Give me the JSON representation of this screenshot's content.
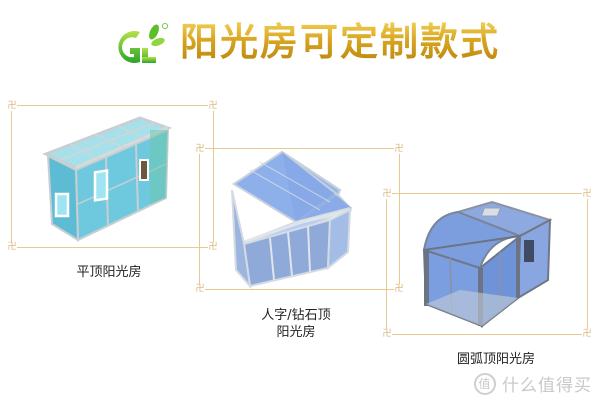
{
  "header": {
    "logo_text": "GL",
    "title": "阳光房可定制款式",
    "title_color": "#d4a21a",
    "logo_color": "#5cc21f"
  },
  "frames": {
    "border_color": "#e8c98f",
    "corner_glyph": "卍"
  },
  "cards": [
    {
      "caption": "平顶阳光房",
      "image": "flat-roof-sunroom",
      "glass_color": "#7fd3e6"
    },
    {
      "caption_line1": "人字/钻石顶",
      "caption_line2": "阳光房",
      "image": "gable-roof-sunroom",
      "glass_color": "#9bb6e8"
    },
    {
      "caption": "圆弧顶阳光房",
      "image": "arched-roof-sunroom",
      "glass_color": "#7d9fe0"
    }
  ],
  "watermark": {
    "icon": "值",
    "text": "什么值得买"
  }
}
